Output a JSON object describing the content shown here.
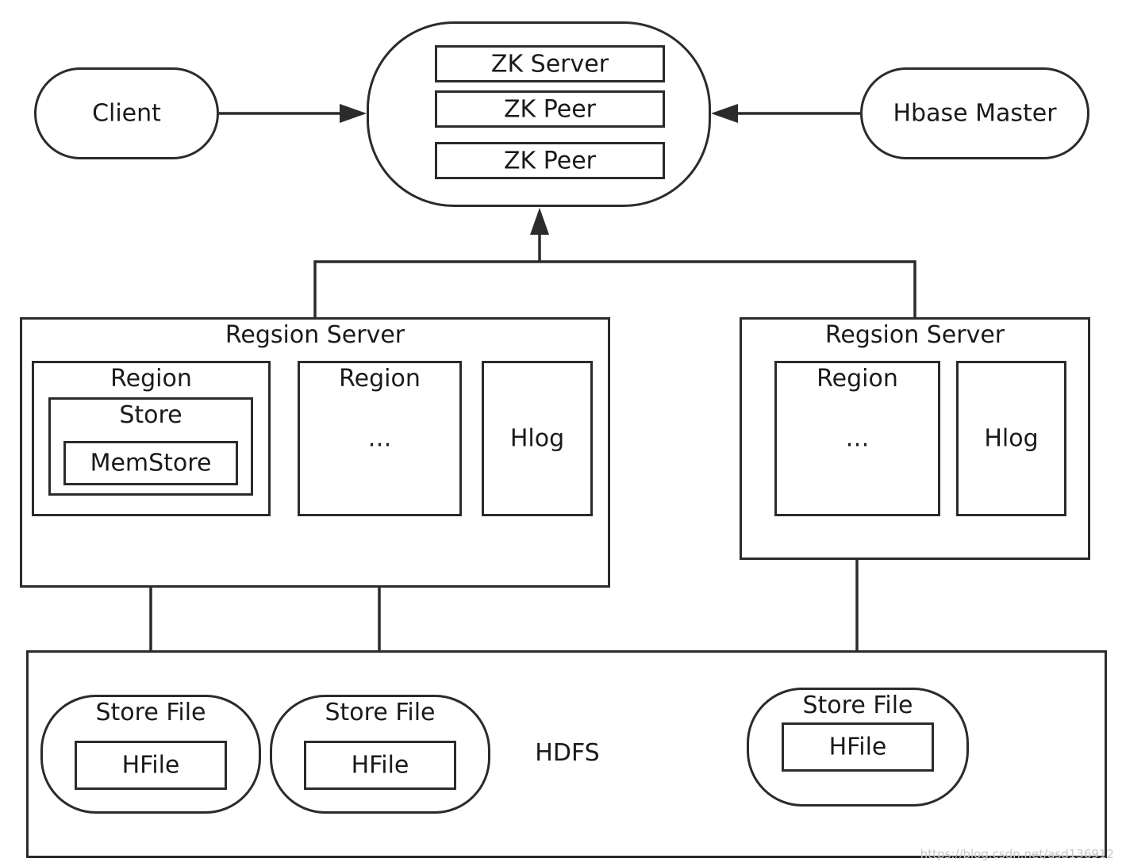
{
  "zookeeper": {
    "items": [
      "ZK Server",
      "ZK Peer",
      "ZK Peer"
    ]
  },
  "client": {
    "label": "Client"
  },
  "master": {
    "label": "Hbase Master"
  },
  "region_servers": [
    {
      "title": "Regsion Server",
      "region1": {
        "title": "Region",
        "store": "Store",
        "memstore": "MemStore"
      },
      "region2": {
        "title": "Region",
        "ellipsis": "…"
      },
      "hlog": "Hlog"
    },
    {
      "title": "Regsion Server",
      "region": {
        "title": "Region",
        "ellipsis": "…"
      },
      "hlog": "Hlog"
    }
  ],
  "hdfs": {
    "label": "HDFS",
    "store_files": [
      {
        "title": "Store File",
        "hfile": "HFile"
      },
      {
        "title": "Store File",
        "hfile": "HFile"
      },
      {
        "title": "Store File",
        "hfile": "HFile"
      }
    ]
  },
  "watermark": "https://blog.csdn.net/asd136912"
}
